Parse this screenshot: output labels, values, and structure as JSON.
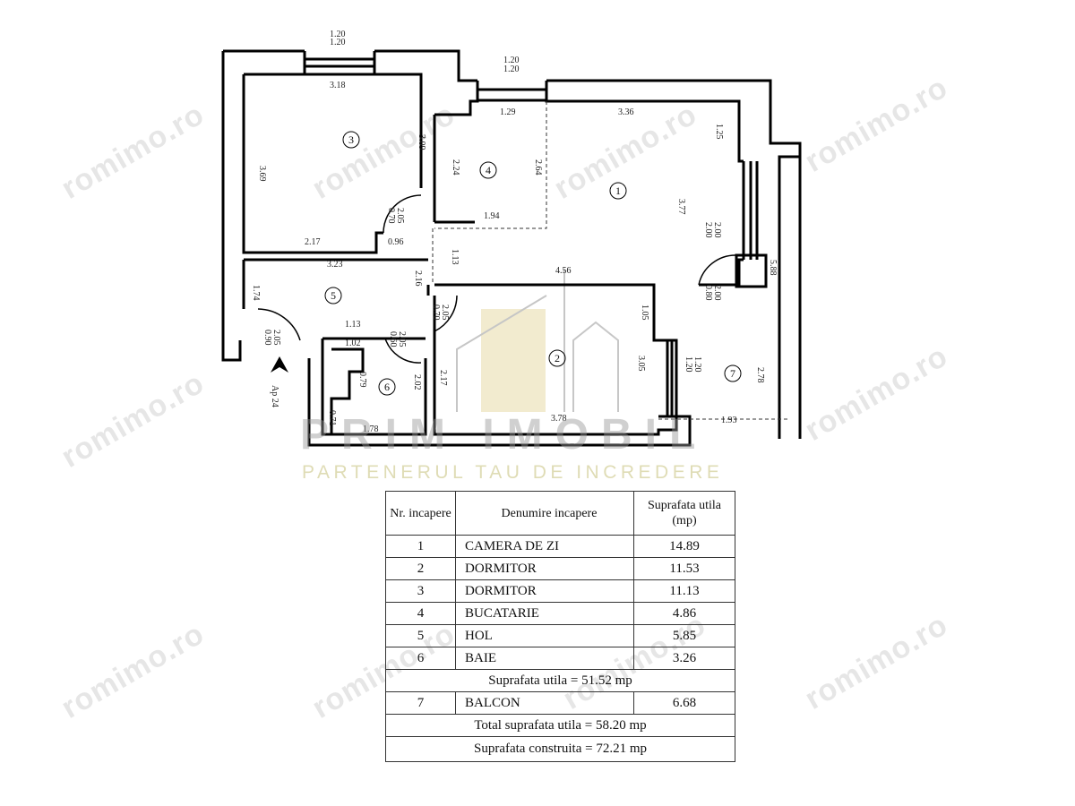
{
  "watermark": "romimo.ro",
  "logo": {
    "title": "PRIM IMOBIL",
    "tagline": "PARTENERUL TAU DE INCREDERE"
  },
  "plan": {
    "rooms": [
      "1",
      "2",
      "3",
      "4",
      "5",
      "6",
      "7"
    ],
    "entrance_label": "Ap 24",
    "windows": {
      "w3": [
        "1.20",
        "1.20"
      ],
      "w4": [
        "1.20",
        "1.20"
      ],
      "w1": [
        "2.00",
        "2.00"
      ],
      "w2": [
        "1.20",
        "1.20"
      ]
    },
    "doors": {
      "d3": [
        "0.70",
        "2.05"
      ],
      "d2": [
        "0.70",
        "2.05"
      ],
      "d6": [
        "0.60",
        "2.05"
      ],
      "entry": [
        "0.90",
        "2.05"
      ],
      "balcony": [
        "0.80",
        "2.00"
      ]
    },
    "dimensions": {
      "r3_w": "3.18",
      "r3_h": "3.69",
      "r3_h2": "3.09",
      "r3_bw": "2.17",
      "r3_door": "0.96",
      "r4_w": "1.29",
      "r4_h": "2.24",
      "r4_h2": "2.64",
      "r4_bw": "1.94",
      "r1_w": "3.36",
      "r1_h": "3.77",
      "r1_top": "1.25",
      "r1_bw": "4.56",
      "r1_gap": "1.13",
      "r5_w": "3.23",
      "r5_h": "1.74",
      "r5_h2": "2.16",
      "r5_bw": "1.13",
      "r6_w": "1.02",
      "r6_h": "0.79",
      "r6_h2": "2.02",
      "r6_l": "0.71",
      "r6_bw": "1.78",
      "r2_h": "2.17",
      "r2_h2": "3.05",
      "r2_top": "1.05",
      "r2_bw": "3.78",
      "r7_h": "2.78",
      "r7_total": "5.88",
      "r7_bw": "1.93"
    }
  },
  "table": {
    "headers": [
      "Nr. incapere",
      "Denumire incapere",
      "Suprafata utila (mp)"
    ],
    "rows": [
      {
        "nr": "1",
        "name": "CAMERA DE ZI",
        "area": "14.89"
      },
      {
        "nr": "2",
        "name": "DORMITOR",
        "area": "11.53"
      },
      {
        "nr": "3",
        "name": "DORMITOR",
        "area": "11.13"
      },
      {
        "nr": "4",
        "name": "BUCATARIE",
        "area": "4.86"
      },
      {
        "nr": "5",
        "name": "HOL",
        "area": "5.85"
      },
      {
        "nr": "6",
        "name": "BAIE",
        "area": "3.26"
      }
    ],
    "subtotal": "Suprafata utila = 51.52 mp",
    "balcony": {
      "nr": "7",
      "name": "BALCON",
      "area": "6.68"
    },
    "total": "Total suprafata utila = 58.20 mp",
    "built": "Suprafata construita = 72.21 mp"
  }
}
